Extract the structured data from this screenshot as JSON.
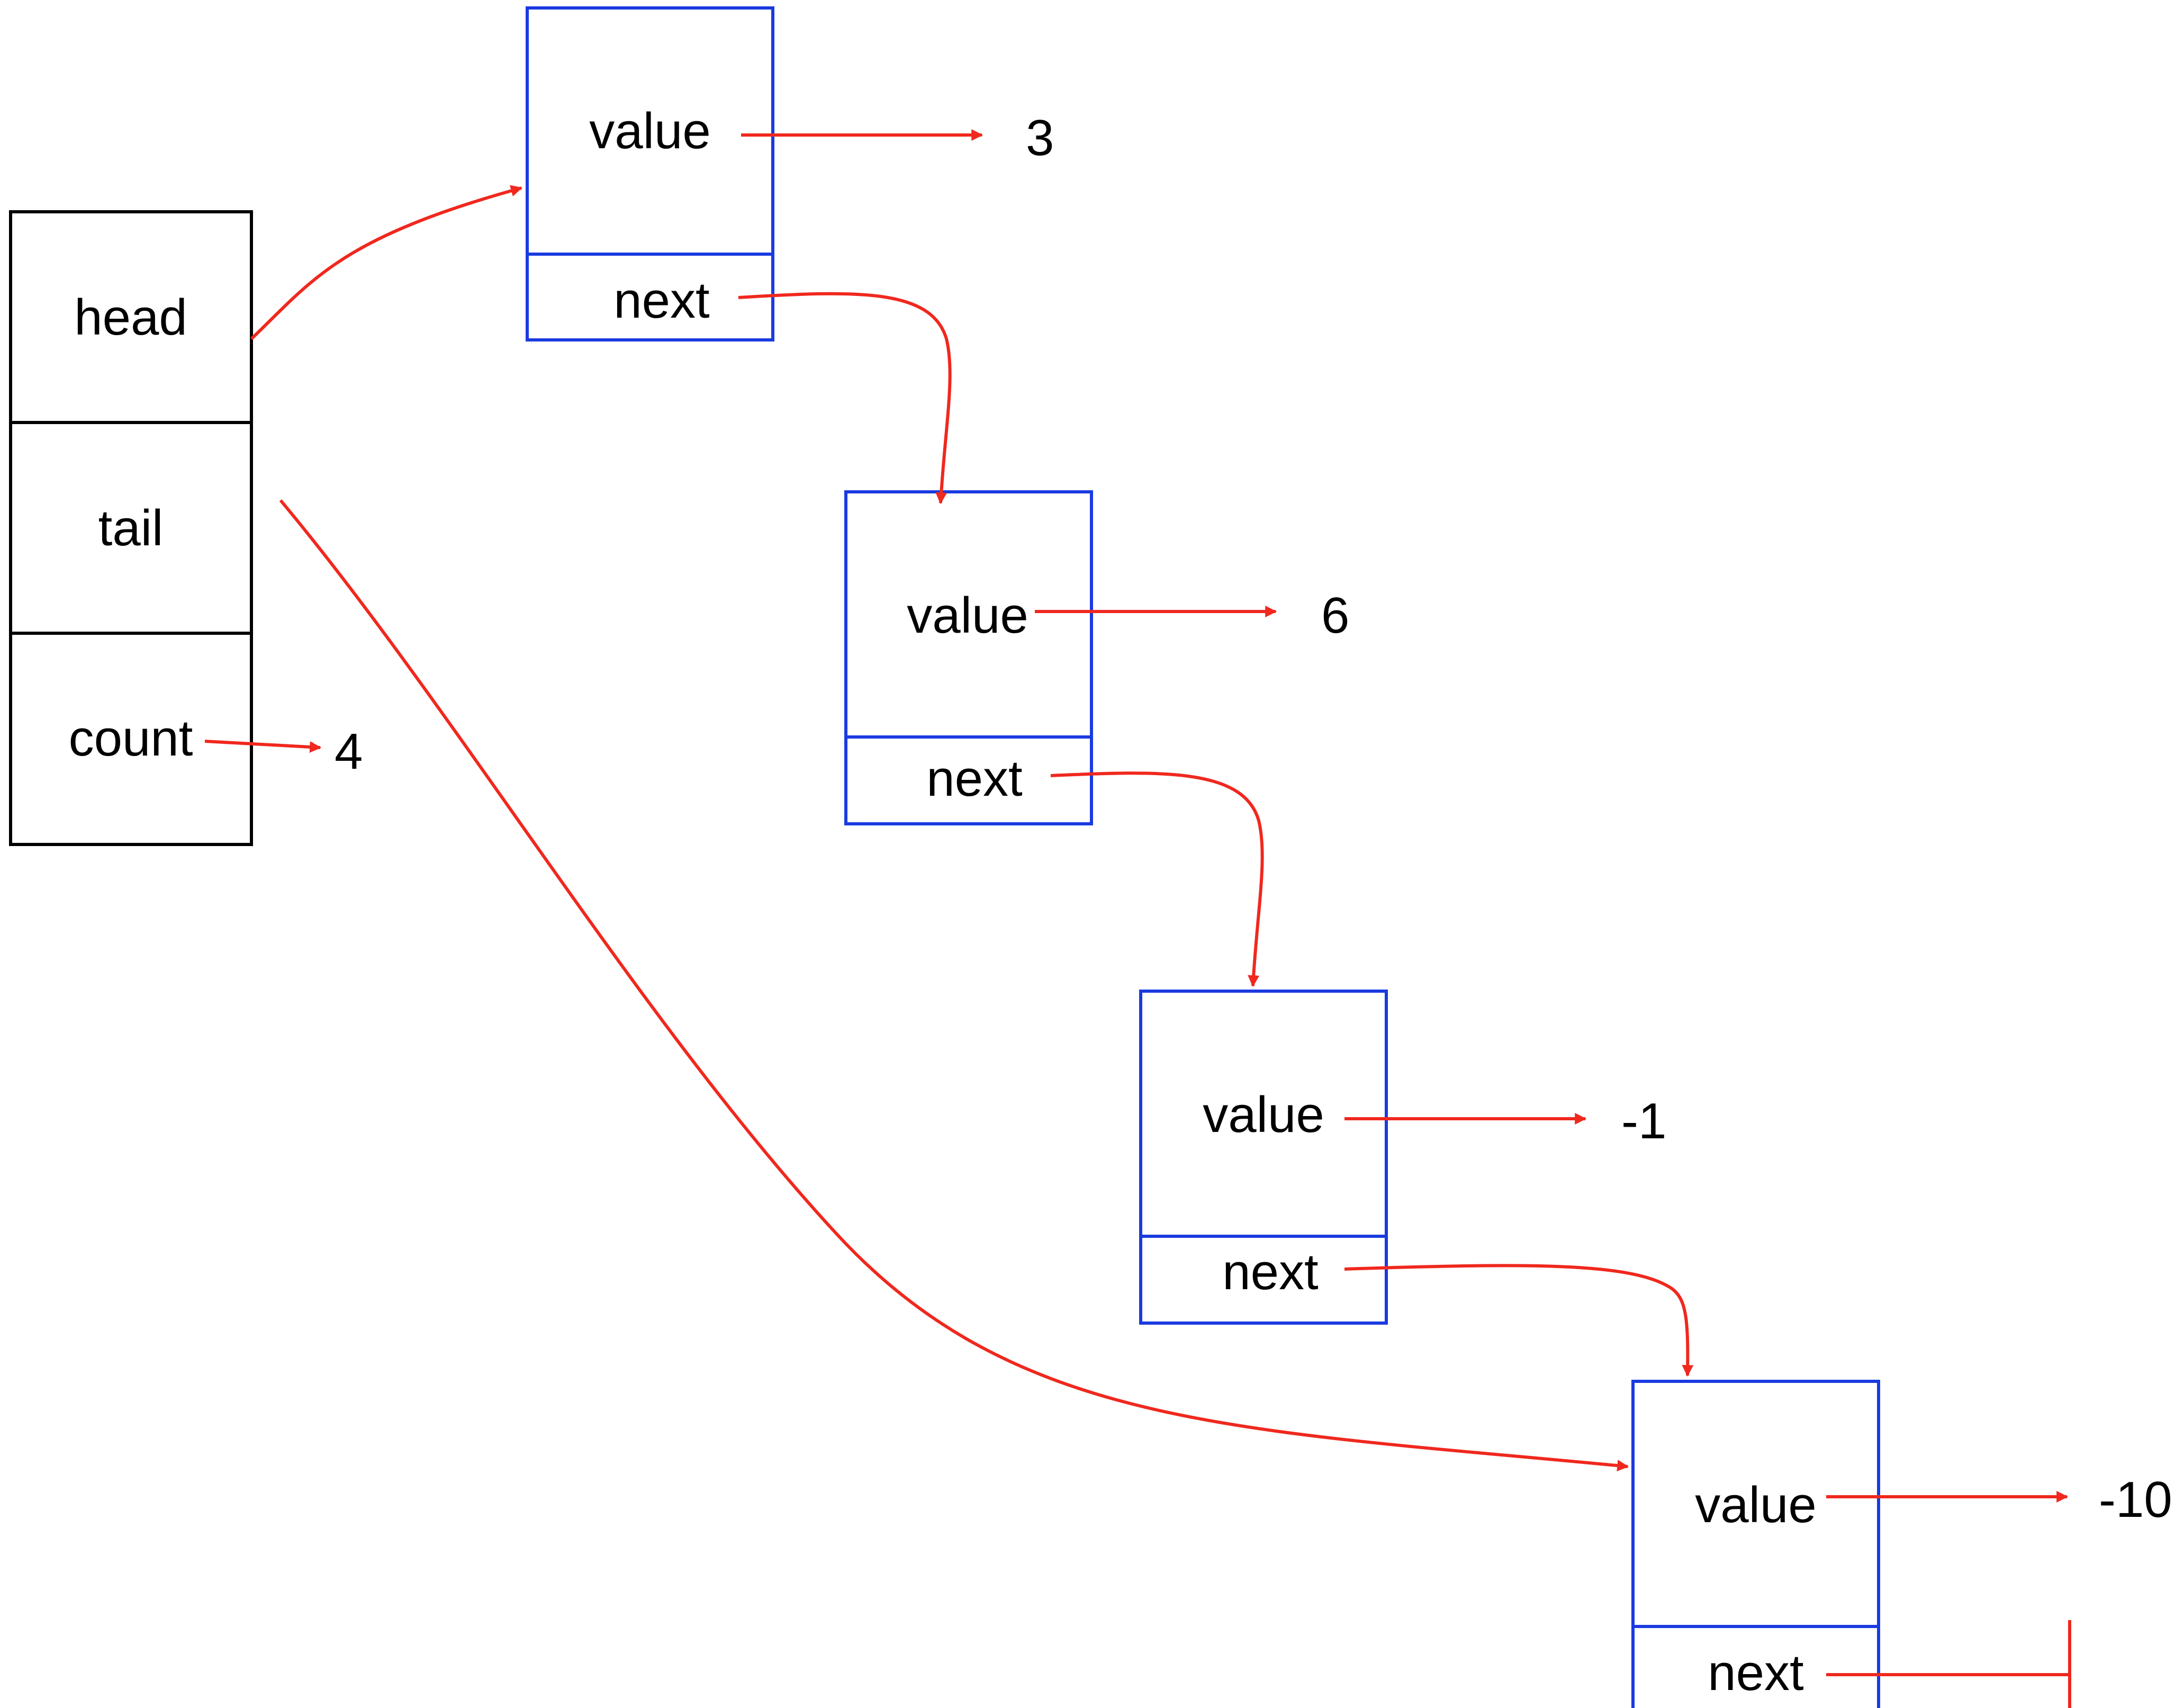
{
  "list": {
    "head_label": "head",
    "tail_label": "tail",
    "count_label": "count",
    "count_value": "4"
  },
  "nodes": [
    {
      "value_label": "value",
      "next_label": "next",
      "value": "3"
    },
    {
      "value_label": "value",
      "next_label": "next",
      "value": "6"
    },
    {
      "value_label": "value",
      "next_label": "next",
      "value": "-1"
    },
    {
      "value_label": "value",
      "next_label": "next",
      "value": "-10"
    }
  ],
  "colors": {
    "list_border": "#000000",
    "node_border": "#1a3be0",
    "arrow": "#f0281e"
  }
}
